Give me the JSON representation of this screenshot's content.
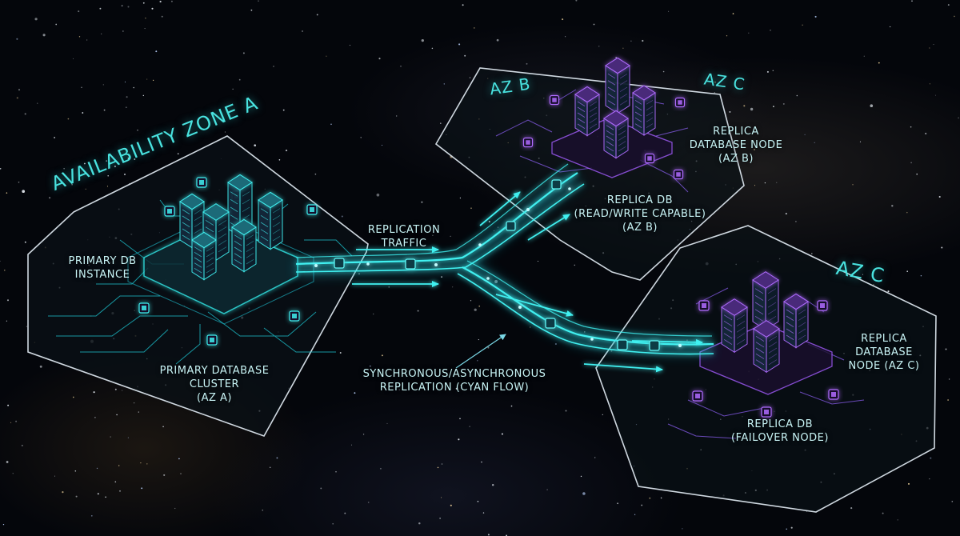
{
  "zones": {
    "zone_a_title": "AVAILABILITY ZONE A",
    "zone_b_title": "AZ B",
    "zone_c_title_upper": "AZ C",
    "zone_c_title_lower": "AZ C"
  },
  "labels": {
    "primary_instance": [
      "PRIMARY DB",
      "INSTANCE"
    ],
    "primary_cluster": [
      "PRIMARY DATABASE",
      "CLUSTER",
      "(AZ A)"
    ],
    "replication_traffic": [
      "REPLICATION",
      "TRAFFIC"
    ],
    "sync_async": [
      "SYNCHRONOUS/ASYNCHRONOUS",
      "REPLICATION (CYAN FLOW)"
    ],
    "replica_node_b": [
      "REPLICA",
      "DATABASE NODE",
      "(AZ B)"
    ],
    "replica_rw_b": [
      "REPLICA DB",
      "(READ/WRITE CAPABLE)",
      "(AZ B)"
    ],
    "replica_node_c": [
      "REPLICA",
      "DATABASE",
      "NODE (AZ C)"
    ],
    "replica_failover": [
      "REPLICA DB",
      "(FAILOVER NODE)"
    ]
  },
  "colors": {
    "cyan_flow": "#3ff0f0",
    "cyan_glow": "#1fb6c8",
    "purple_node": "#a45cff",
    "panel_border": "#cfd8e0",
    "panel_fill": "#0a1116"
  }
}
